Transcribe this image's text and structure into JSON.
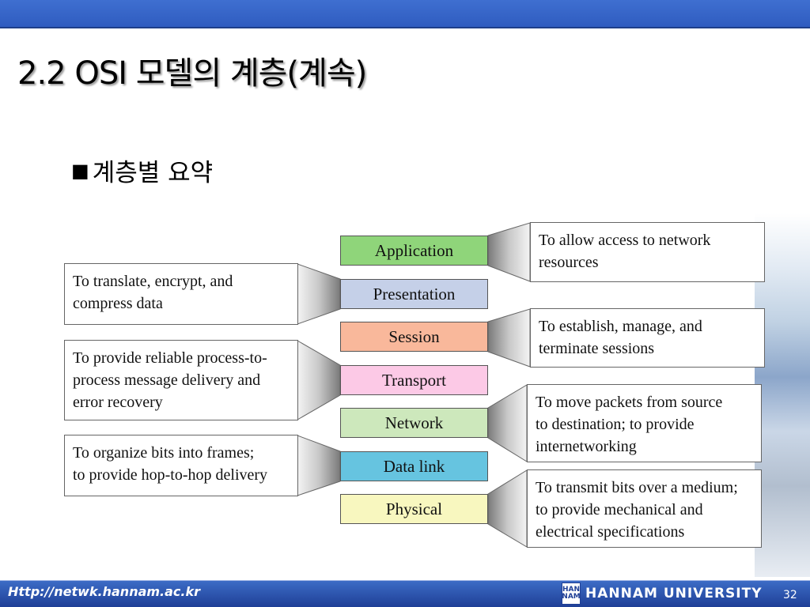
{
  "slide": {
    "title": "2.2 OSI 모델의 계층(계속)",
    "bullet_marker": "■",
    "bullet_text": "계층별 요약"
  },
  "layers": [
    {
      "label": "Application",
      "color": "#8fd57a"
    },
    {
      "label": "Presentation",
      "color": "#c5d0e8"
    },
    {
      "label": "Session",
      "color": "#f9b89b"
    },
    {
      "label": "Transport",
      "color": "#fcc9e6"
    },
    {
      "label": "Network",
      "color": "#cde8bc"
    },
    {
      "label": "Data link",
      "color": "#66c4e0"
    },
    {
      "label": "Physical",
      "color": "#f8f7bf"
    }
  ],
  "descriptions": {
    "application": "To allow access to network\nresources",
    "presentation": "To translate, encrypt, and\ncompress data",
    "session": "To establish, manage, and\nterminate sessions",
    "transport": "To provide reliable process-to-\nprocess message delivery and\nerror recovery",
    "network": "To move packets from source\nto destination; to provide\ninternetworking",
    "data_link": "To organize bits into frames;\nto provide hop-to-hop delivery",
    "physical": "To transmit bits over a medium;\nto provide mechanical and\nelectrical specifications"
  },
  "footer": {
    "url": "Http://netwk.hannam.ac.kr",
    "logo_text": "HAN NAM",
    "university": "HANNAM UNIVERSITY",
    "page_number": "32"
  }
}
